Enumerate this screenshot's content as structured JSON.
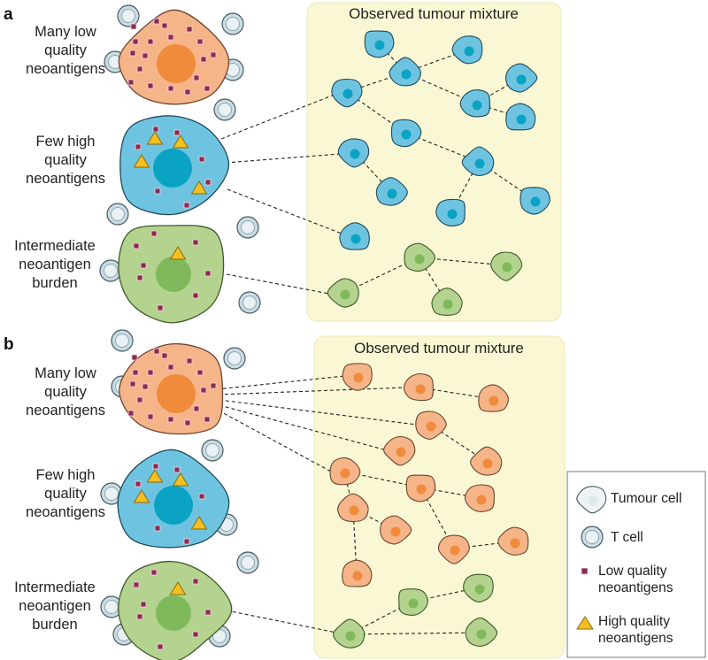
{
  "panels": [
    {
      "letter": "a",
      "mixture_title": "Observed tumour mixture",
      "labels": [
        [
          "Many low",
          "quality",
          "neoantigens"
        ],
        [
          "Few high",
          "quality",
          "neoantigens"
        ],
        [
          "Intermediate",
          "neoantigen",
          "burden"
        ]
      ]
    },
    {
      "letter": "b",
      "mixture_title": "Observed tumour mixture",
      "labels": [
        [
          "Many low",
          "quality",
          "neoantigens"
        ],
        [
          "Few high",
          "quality",
          "neoantigens"
        ],
        [
          "Intermediate",
          "neoantigen",
          "burden"
        ]
      ]
    }
  ],
  "legend": {
    "tumour_cell": "Tumour cell",
    "t_cell": "T cell",
    "low_quality": [
      "Low quality",
      "neoantigens"
    ],
    "high_quality": [
      "High quality",
      "neoantigens"
    ]
  },
  "colors": {
    "orange_fill": "#f6b489",
    "orange_nucleus": "#f08b3c",
    "blue_fill": "#6ec4e0",
    "blue_nucleus": "#0aa3c4",
    "green_fill": "#b3d38e",
    "green_nucleus": "#7fb95c",
    "mixture_bg": "#faf8d4",
    "low_quality_marker": "#8e2a52",
    "high_quality_marker": "#f5bf1f",
    "t_cell_fill": "#c9dce3"
  }
}
